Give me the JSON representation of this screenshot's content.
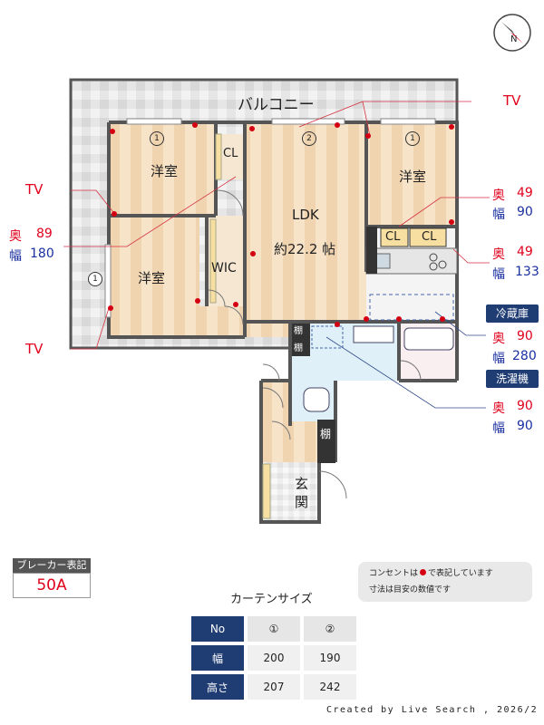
{
  "compass": {
    "dir_label": "N"
  },
  "rooms": {
    "balcony": "バルコニー",
    "bed_nw": "洋室",
    "bed_ne": "洋室",
    "bed_w": "洋室",
    "ldk": "LDK",
    "ldk_size": "約22.2 帖",
    "cl1": "CL",
    "cl2": "CL",
    "cl3": "CL",
    "wic": "WIC",
    "tana1": "棚",
    "tana2": "棚",
    "tana3": "棚",
    "genkan": "玄\n関",
    "genkan_1": "玄",
    "genkan_2": "関"
  },
  "window_nums": {
    "w1": "1",
    "w2": "2",
    "w3": "1",
    "w4": "1"
  },
  "annotations": {
    "tv_top": "TV",
    "tv_left_top": "TV",
    "tv_left_bottom": "TV",
    "left_depth_label": "奥",
    "left_depth_val": "89",
    "left_width_label": "幅",
    "left_width_val": "180",
    "right1_depth_label": "奥",
    "right1_depth_val": "49",
    "right1_width_label": "幅",
    "right1_width_val": "90",
    "right2_depth_label": "奥",
    "right2_depth_val": "49",
    "right2_width_label": "幅",
    "right2_width_val": "133",
    "fridge_label": "冷蔵庫",
    "fridge_depth_label": "奥",
    "fridge_depth_val": "90",
    "fridge_width_label": "幅",
    "fridge_width_val": "280",
    "washer_label": "洗濯機",
    "washer_depth_label": "奥",
    "washer_depth_val": "90",
    "washer_width_label": "幅",
    "washer_width_val": "90"
  },
  "breaker": {
    "header": "ブレーカー表記",
    "value": "50A"
  },
  "curtain": {
    "title": "カーテンサイズ",
    "headers": [
      "No",
      "①",
      "②"
    ],
    "rows": [
      {
        "label": "幅",
        "v1": "200",
        "v2": "190"
      },
      {
        "label": "高さ",
        "v1": "207",
        "v2": "242"
      }
    ]
  },
  "notes": {
    "line1": "コンセントは",
    "line1b": "で表記しています",
    "line2": "寸法は目安の数値です"
  },
  "footer": {
    "credit": "Created by Live Search , 2026/2"
  },
  "colors": {
    "outlet": "#d40012",
    "badge": "#1f3c73",
    "wall": "#555555"
  }
}
